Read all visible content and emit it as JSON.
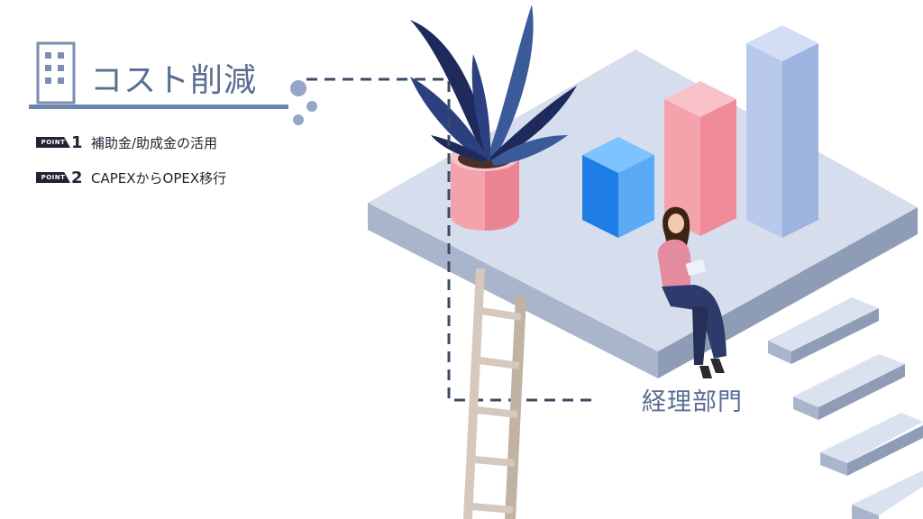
{
  "slide": {
    "title": "コスト削減",
    "points": [
      {
        "tag": "POINT",
        "number": "1",
        "text": "補助金/助成金の活用"
      },
      {
        "tag": "POINT",
        "number": "2",
        "text": "CAPEXからOPEX移行"
      }
    ],
    "department_label": "経理部門"
  },
  "icons": {
    "title_icon": "office-building-icon"
  },
  "colors": {
    "accent": "#5a6e92",
    "platform": "#d6deee",
    "bar_pink": "#f4a3ad",
    "bar_light_blue": "#b8c9ec",
    "cube_blue": "#1e7ee6",
    "text_dark": "#1f2430"
  }
}
